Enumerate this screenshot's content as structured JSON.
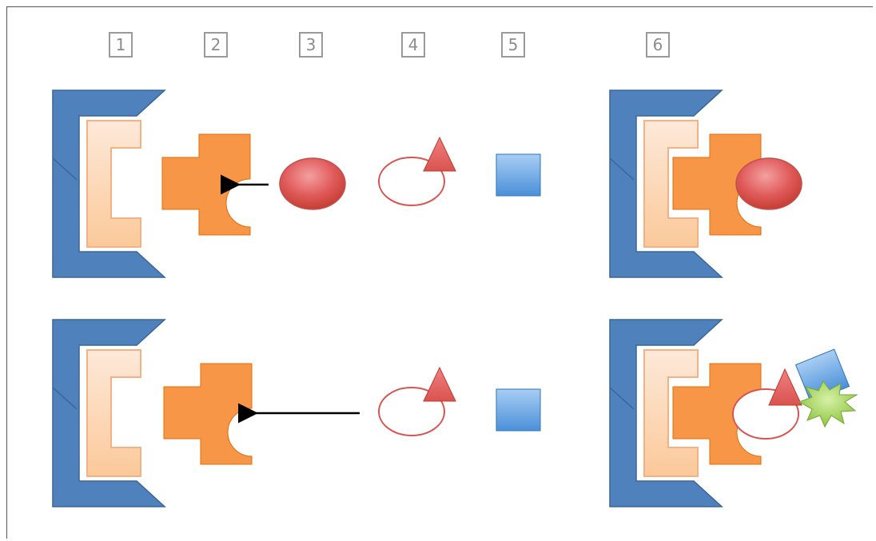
{
  "step_labels": [
    "1",
    "2",
    "3",
    "4",
    "5",
    "6"
  ],
  "colors": {
    "receptor_outer": "#4f81bd",
    "receptor_inner": "#fcd5b4",
    "piece_orange": "#f79646",
    "ligand_red": "#e05a5a",
    "square_blue": "#5b9bd5",
    "burst_green": "#9bd35a",
    "label_gray": "#9a9a9a"
  },
  "icons": [
    "receptor-bracket-icon",
    "docking-piece-icon",
    "red-ellipse-icon",
    "triangle-ring-icon",
    "blue-square-icon",
    "green-burst-icon",
    "arrow-icon"
  ]
}
